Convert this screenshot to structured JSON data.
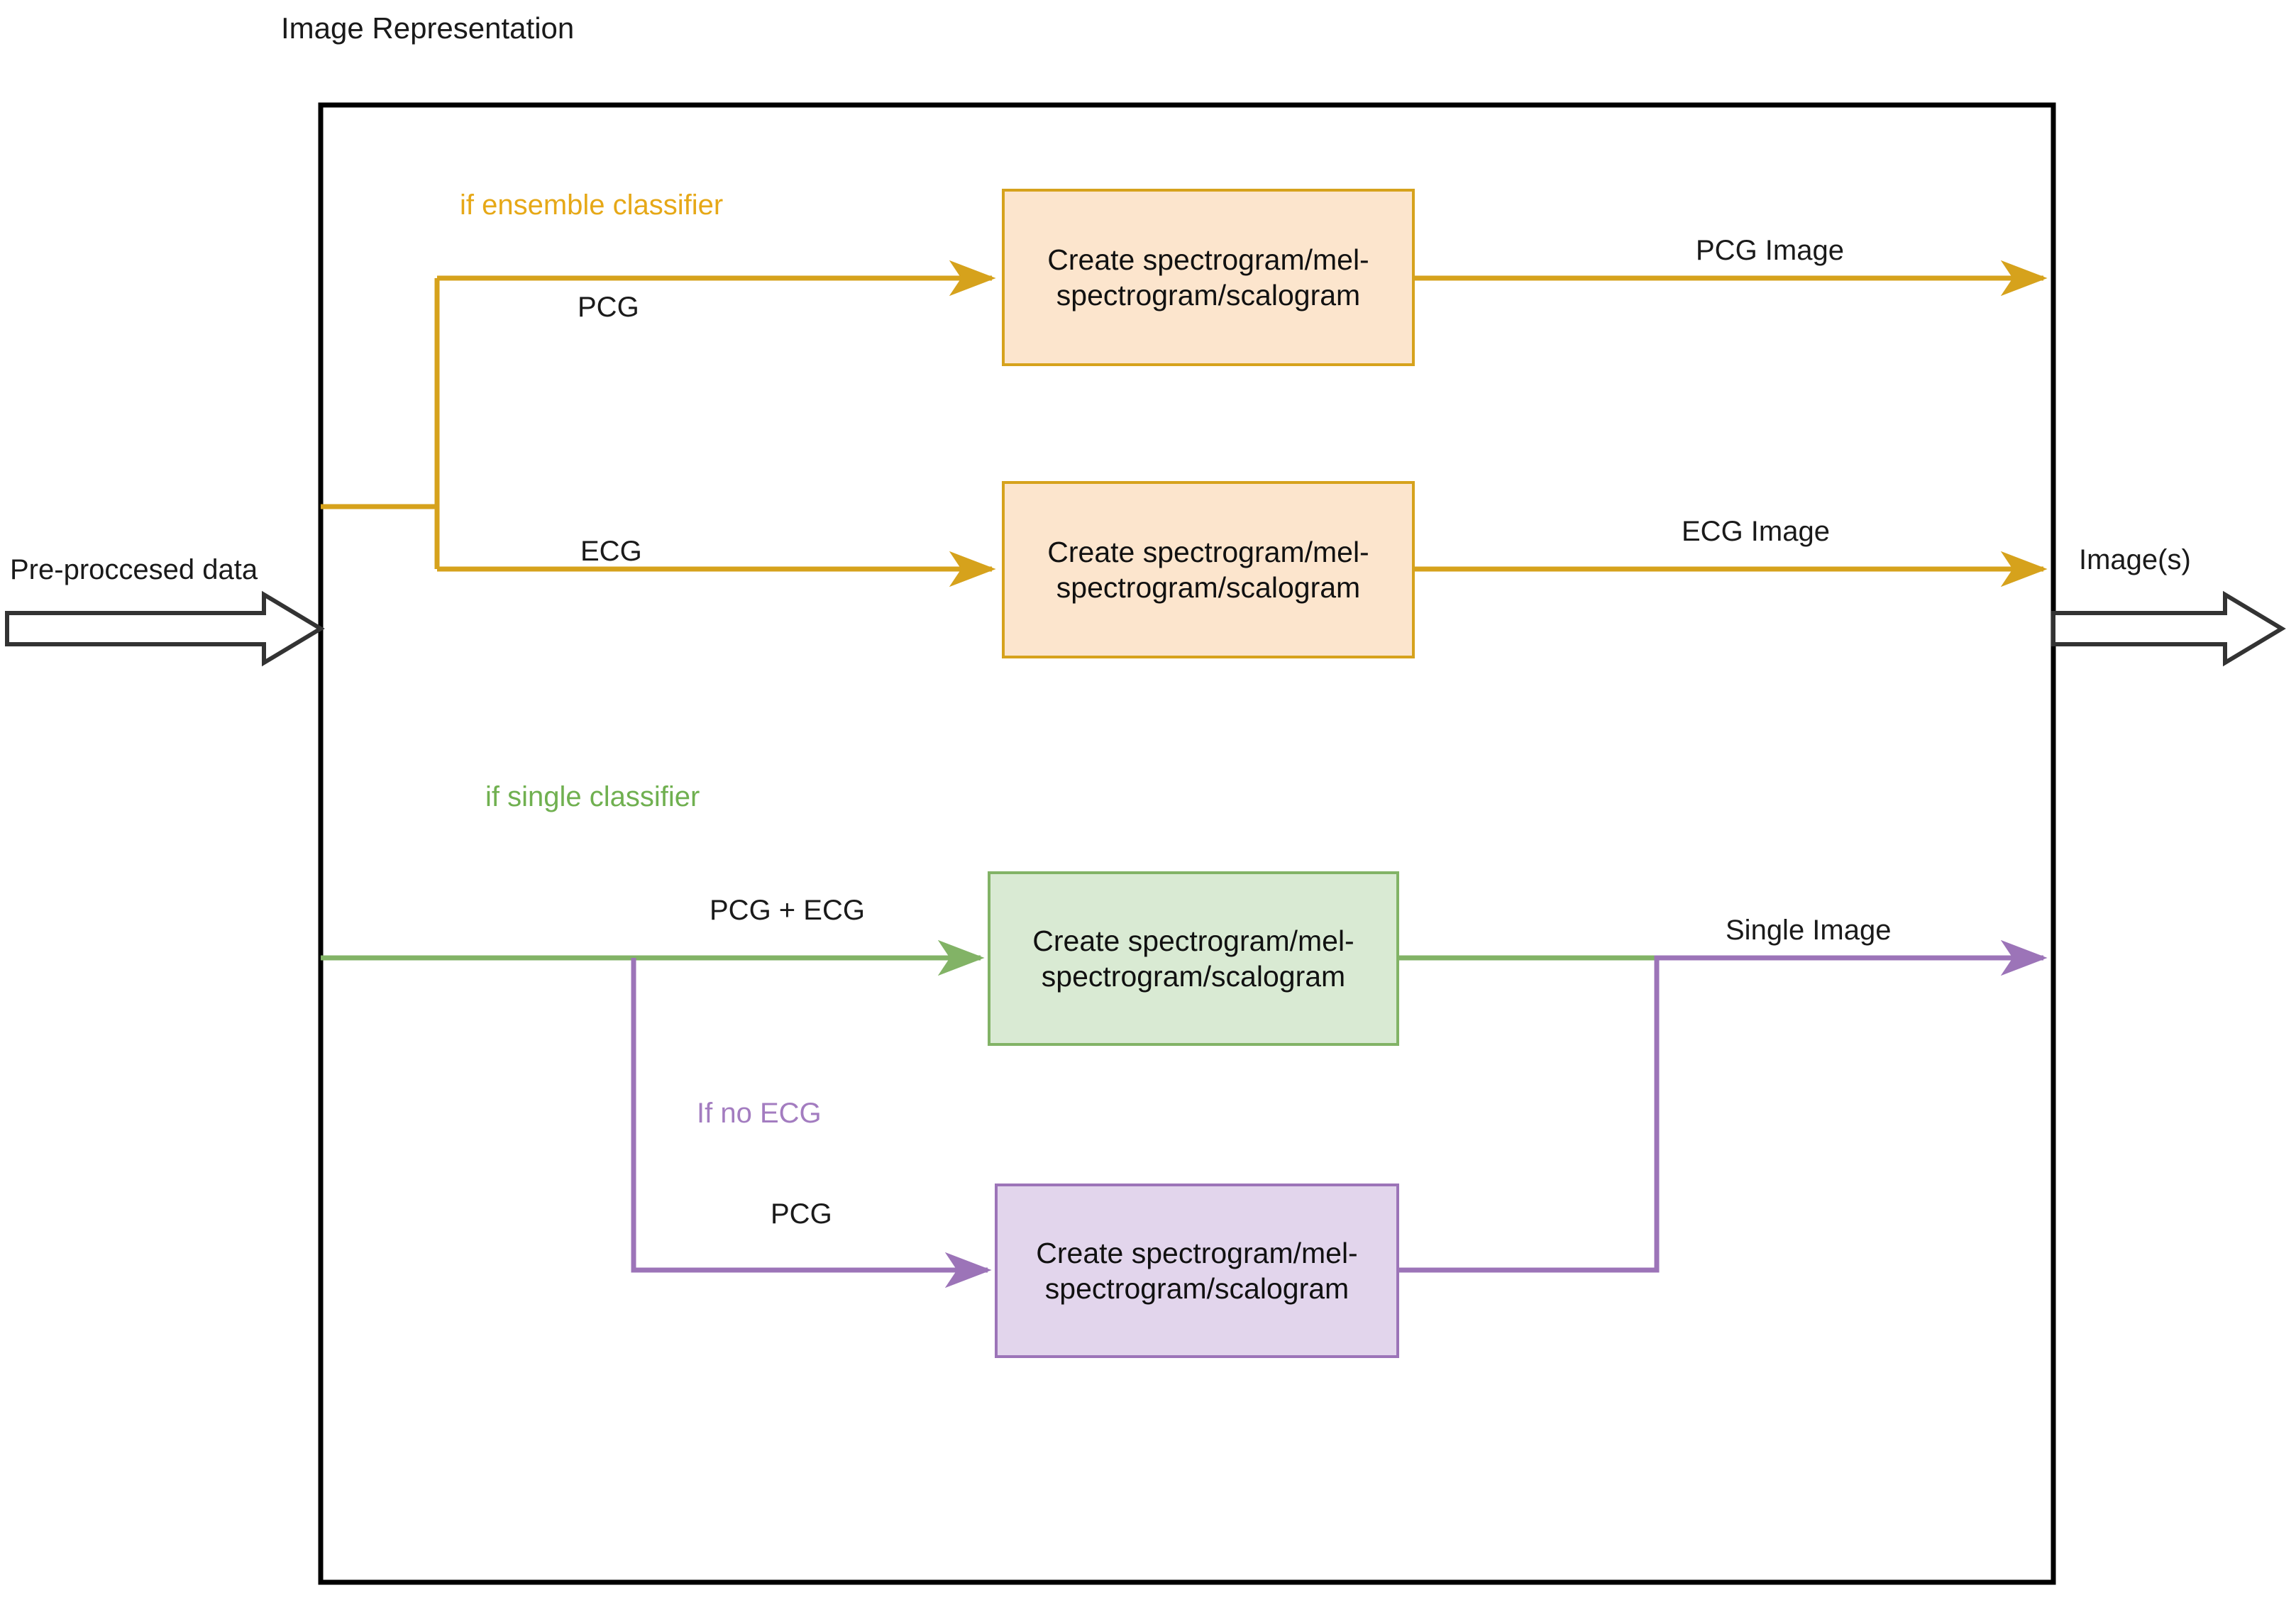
{
  "diagram": {
    "title": "Image Representation",
    "type": "flowchart",
    "container": {
      "label": "Image Representation"
    },
    "io": {
      "input_label": "Pre-proccesed data",
      "output_label": "Image(s)"
    },
    "colors": {
      "orange_line": "#D6A21C",
      "orange_fill": "#FCE5CD",
      "green_line": "#82B366",
      "green_fill": "#D9EAD3",
      "purple_line": "#9C74B8",
      "purple_fill": "#E2D5EC",
      "frame": "#000000",
      "text": "#1a1a1a"
    },
    "conditions": [
      {
        "id": "ensemble",
        "label": "if ensemble classifier",
        "color": "#E6A817"
      },
      {
        "id": "single",
        "label": "if single classifier",
        "color": "#70B050"
      },
      {
        "id": "no-ecg",
        "label": "If no ECG",
        "color": "#A37CC0"
      }
    ],
    "branch_labels": [
      {
        "id": "pcg-ensemble",
        "label": "PCG"
      },
      {
        "id": "ecg-ensemble",
        "label": "ECG"
      },
      {
        "id": "pcg-plus-ecg",
        "label": "PCG + ECG"
      },
      {
        "id": "pcg-single",
        "label": "PCG"
      }
    ],
    "process_boxes": [
      {
        "id": "pcg-spectrogram",
        "line1": "Create spectrogram/mel-",
        "line2": "spectrogram/scalogram",
        "variant": "orange"
      },
      {
        "id": "ecg-spectrogram",
        "line1": "Create spectrogram/mel-",
        "line2": "spectrogram/scalogram",
        "variant": "orange"
      },
      {
        "id": "combined-spectrogram",
        "line1": "Create spectrogram/mel-",
        "line2": "spectrogram/scalogram",
        "variant": "green"
      },
      {
        "id": "pcg-only-spectrogram",
        "line1": "Create spectrogram/mel-",
        "line2": "spectrogram/scalogram",
        "variant": "purple"
      }
    ],
    "output_labels": [
      {
        "id": "pcg-image",
        "label": "PCG Image"
      },
      {
        "id": "ecg-image",
        "label": "ECG Image"
      },
      {
        "id": "single-image",
        "label": "Single Image"
      }
    ]
  }
}
